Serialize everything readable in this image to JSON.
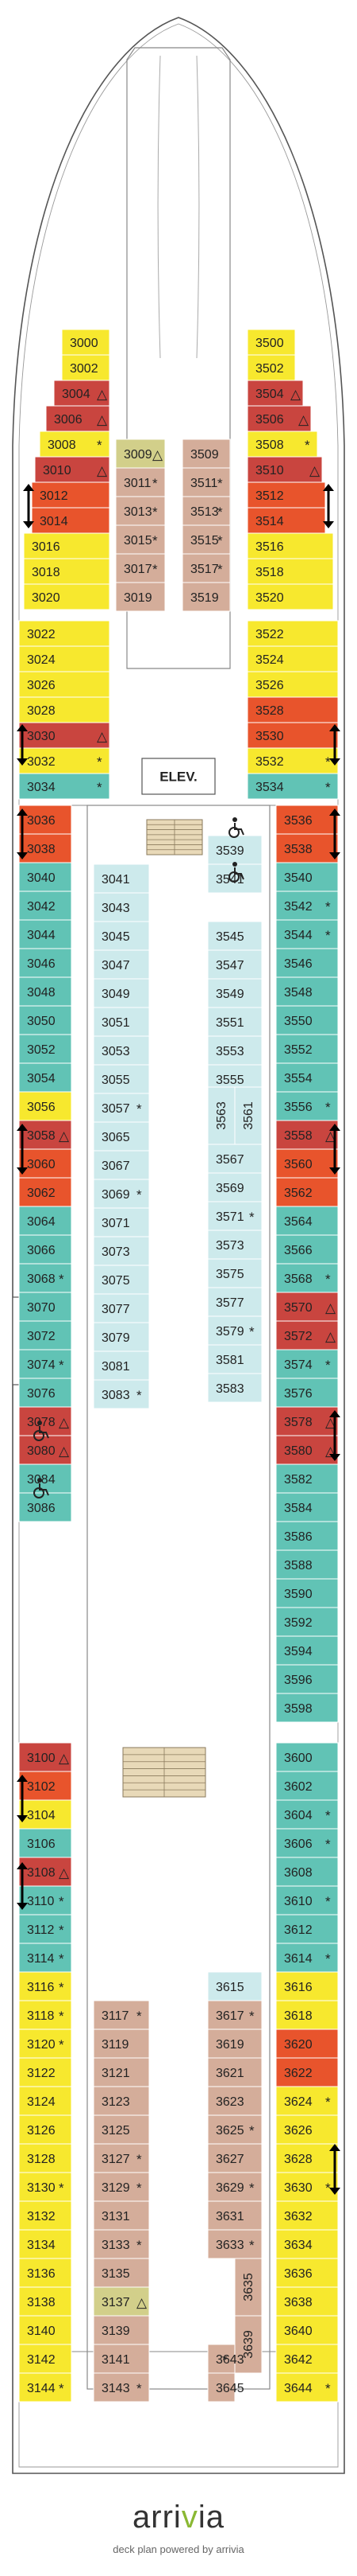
{
  "deck": {
    "elevator_label": "ELEV.",
    "colors": {
      "yellow": "#f7e82e",
      "red": "#e8542c",
      "crimson": "#c9453f",
      "teal": "#61c3b5",
      "lightblue": "#cdeaec",
      "tan": "#d4ad9a",
      "olive": "#d2cf8a"
    },
    "icons": {
      "accessible": "wheelchair-icon",
      "connecting": "double-arrow-icon",
      "triangle": "triangle-icon",
      "asterisk": "asterisk-icon"
    },
    "cabins": [
      {
        "n": "3000",
        "c": "yellow"
      },
      {
        "n": "3002",
        "c": "yellow"
      },
      {
        "n": "3004",
        "c": "crimson",
        "s": "△"
      },
      {
        "n": "3006",
        "c": "crimson",
        "s": "△"
      },
      {
        "n": "3008",
        "c": "yellow",
        "s": "*"
      },
      {
        "n": "3010",
        "c": "crimson",
        "s": "△"
      },
      {
        "n": "3012",
        "c": "red"
      },
      {
        "n": "3014",
        "c": "red"
      },
      {
        "n": "3016",
        "c": "yellow"
      },
      {
        "n": "3018",
        "c": "yellow"
      },
      {
        "n": "3020",
        "c": "yellow"
      },
      {
        "n": "3022",
        "c": "yellow"
      },
      {
        "n": "3024",
        "c": "yellow"
      },
      {
        "n": "3026",
        "c": "yellow"
      },
      {
        "n": "3028",
        "c": "yellow"
      },
      {
        "n": "3030",
        "c": "crimson",
        "s": "△"
      },
      {
        "n": "3032",
        "c": "yellow",
        "s": "*"
      },
      {
        "n": "3034",
        "c": "teal",
        "s": "*"
      },
      {
        "n": "3500",
        "c": "yellow"
      },
      {
        "n": "3502",
        "c": "yellow"
      },
      {
        "n": "3504",
        "c": "crimson",
        "s": "△"
      },
      {
        "n": "3506",
        "c": "crimson",
        "s": "△"
      },
      {
        "n": "3508",
        "c": "yellow",
        "s": "*"
      },
      {
        "n": "3510",
        "c": "crimson",
        "s": "△"
      },
      {
        "n": "3512",
        "c": "red"
      },
      {
        "n": "3514",
        "c": "red"
      },
      {
        "n": "3516",
        "c": "yellow"
      },
      {
        "n": "3518",
        "c": "yellow"
      },
      {
        "n": "3520",
        "c": "yellow"
      },
      {
        "n": "3522",
        "c": "yellow"
      },
      {
        "n": "3524",
        "c": "yellow"
      },
      {
        "n": "3526",
        "c": "yellow"
      },
      {
        "n": "3528",
        "c": "red"
      },
      {
        "n": "3530",
        "c": "red"
      },
      {
        "n": "3532",
        "c": "yellow",
        "s": "*"
      },
      {
        "n": "3534",
        "c": "teal",
        "s": "*"
      },
      {
        "n": "3009",
        "c": "olive",
        "s": "△"
      },
      {
        "n": "3011",
        "c": "tan",
        "s": "*"
      },
      {
        "n": "3013",
        "c": "tan",
        "s": "*"
      },
      {
        "n": "3015",
        "c": "tan",
        "s": "*"
      },
      {
        "n": "3017",
        "c": "tan",
        "s": "*"
      },
      {
        "n": "3019",
        "c": "tan"
      },
      {
        "n": "3509",
        "c": "tan"
      },
      {
        "n": "3511",
        "c": "tan",
        "s": "*"
      },
      {
        "n": "3513",
        "c": "tan",
        "s": "*"
      },
      {
        "n": "3515",
        "c": "tan",
        "s": "*"
      },
      {
        "n": "3517",
        "c": "tan",
        "s": "*"
      },
      {
        "n": "3519",
        "c": "tan"
      },
      {
        "n": "3036",
        "c": "red"
      },
      {
        "n": "3038",
        "c": "red"
      },
      {
        "n": "3040",
        "c": "teal"
      },
      {
        "n": "3042",
        "c": "teal"
      },
      {
        "n": "3044",
        "c": "teal"
      },
      {
        "n": "3046",
        "c": "teal"
      },
      {
        "n": "3048",
        "c": "teal"
      },
      {
        "n": "3050",
        "c": "teal"
      },
      {
        "n": "3052",
        "c": "teal"
      },
      {
        "n": "3054",
        "c": "teal"
      },
      {
        "n": "3056",
        "c": "yellow"
      },
      {
        "n": "3058",
        "c": "crimson",
        "s": "△"
      },
      {
        "n": "3060",
        "c": "red"
      },
      {
        "n": "3062",
        "c": "red"
      },
      {
        "n": "3064",
        "c": "teal"
      },
      {
        "n": "3066",
        "c": "teal"
      },
      {
        "n": "3068",
        "c": "teal",
        "s": "*"
      },
      {
        "n": "3070",
        "c": "teal"
      },
      {
        "n": "3072",
        "c": "teal"
      },
      {
        "n": "3074",
        "c": "teal",
        "s": "*"
      },
      {
        "n": "3076",
        "c": "teal"
      },
      {
        "n": "3078",
        "c": "crimson",
        "s": "△"
      },
      {
        "n": "3080",
        "c": "crimson",
        "s": "△"
      },
      {
        "n": "3084",
        "c": "teal"
      },
      {
        "n": "3086",
        "c": "teal"
      },
      {
        "n": "3041",
        "c": "lightblue"
      },
      {
        "n": "3043",
        "c": "lightblue"
      },
      {
        "n": "3045",
        "c": "lightblue"
      },
      {
        "n": "3047",
        "c": "lightblue"
      },
      {
        "n": "3049",
        "c": "lightblue"
      },
      {
        "n": "3051",
        "c": "lightblue"
      },
      {
        "n": "3053",
        "c": "lightblue"
      },
      {
        "n": "3055",
        "c": "lightblue"
      },
      {
        "n": "3057",
        "c": "lightblue",
        "s": "*"
      },
      {
        "n": "3065",
        "c": "lightblue"
      },
      {
        "n": "3067",
        "c": "lightblue"
      },
      {
        "n": "3069",
        "c": "lightblue",
        "s": "*"
      },
      {
        "n": "3071",
        "c": "lightblue"
      },
      {
        "n": "3073",
        "c": "lightblue"
      },
      {
        "n": "3075",
        "c": "lightblue"
      },
      {
        "n": "3077",
        "c": "lightblue"
      },
      {
        "n": "3079",
        "c": "lightblue"
      },
      {
        "n": "3081",
        "c": "lightblue"
      },
      {
        "n": "3083",
        "c": "lightblue",
        "s": "*"
      },
      {
        "n": "3539",
        "c": "lightblue"
      },
      {
        "n": "3541",
        "c": "lightblue"
      },
      {
        "n": "3545",
        "c": "lightblue"
      },
      {
        "n": "3547",
        "c": "lightblue"
      },
      {
        "n": "3549",
        "c": "lightblue"
      },
      {
        "n": "3551",
        "c": "lightblue"
      },
      {
        "n": "3553",
        "c": "lightblue"
      },
      {
        "n": "3555",
        "c": "lightblue"
      },
      {
        "n": "3557",
        "c": "lightblue",
        "s": "*"
      },
      {
        "n": "3563",
        "c": "lightblue"
      },
      {
        "n": "3561",
        "c": "lightblue"
      },
      {
        "n": "3567",
        "c": "lightblue"
      },
      {
        "n": "3569",
        "c": "lightblue"
      },
      {
        "n": "3571",
        "c": "lightblue",
        "s": "*"
      },
      {
        "n": "3573",
        "c": "lightblue"
      },
      {
        "n": "3575",
        "c": "lightblue"
      },
      {
        "n": "3577",
        "c": "lightblue"
      },
      {
        "n": "3579",
        "c": "lightblue",
        "s": "*"
      },
      {
        "n": "3581",
        "c": "lightblue"
      },
      {
        "n": "3583",
        "c": "lightblue"
      },
      {
        "n": "3536",
        "c": "red"
      },
      {
        "n": "3538",
        "c": "red"
      },
      {
        "n": "3540",
        "c": "teal"
      },
      {
        "n": "3542",
        "c": "teal",
        "s": "*"
      },
      {
        "n": "3544",
        "c": "teal",
        "s": "*"
      },
      {
        "n": "3546",
        "c": "teal"
      },
      {
        "n": "3548",
        "c": "teal"
      },
      {
        "n": "3550",
        "c": "teal"
      },
      {
        "n": "3552",
        "c": "teal"
      },
      {
        "n": "3554",
        "c": "teal"
      },
      {
        "n": "3556",
        "c": "teal",
        "s": "*"
      },
      {
        "n": "3558",
        "c": "crimson",
        "s": "△"
      },
      {
        "n": "3560",
        "c": "red"
      },
      {
        "n": "3562",
        "c": "red"
      },
      {
        "n": "3564",
        "c": "teal"
      },
      {
        "n": "3566",
        "c": "teal"
      },
      {
        "n": "3568",
        "c": "teal",
        "s": "*"
      },
      {
        "n": "3570",
        "c": "crimson",
        "s": "△"
      },
      {
        "n": "3572",
        "c": "crimson",
        "s": "△"
      },
      {
        "n": "3574",
        "c": "teal",
        "s": "*"
      },
      {
        "n": "3576",
        "c": "teal"
      },
      {
        "n": "3578",
        "c": "crimson",
        "s": "△"
      },
      {
        "n": "3580",
        "c": "crimson",
        "s": "△"
      },
      {
        "n": "3582",
        "c": "teal"
      },
      {
        "n": "3584",
        "c": "teal"
      },
      {
        "n": "3586",
        "c": "teal"
      },
      {
        "n": "3588",
        "c": "teal"
      },
      {
        "n": "3590",
        "c": "teal"
      },
      {
        "n": "3592",
        "c": "teal"
      },
      {
        "n": "3594",
        "c": "teal"
      },
      {
        "n": "3596",
        "c": "teal"
      },
      {
        "n": "3598",
        "c": "teal"
      },
      {
        "n": "3100",
        "c": "crimson",
        "s": "△"
      },
      {
        "n": "3102",
        "c": "red"
      },
      {
        "n": "3104",
        "c": "yellow"
      },
      {
        "n": "3106",
        "c": "teal"
      },
      {
        "n": "3108",
        "c": "crimson",
        "s": "△"
      },
      {
        "n": "3110",
        "c": "teal",
        "s": "*"
      },
      {
        "n": "3112",
        "c": "teal",
        "s": "*"
      },
      {
        "n": "3114",
        "c": "teal",
        "s": "*"
      },
      {
        "n": "3116",
        "c": "yellow",
        "s": "*"
      },
      {
        "n": "3118",
        "c": "yellow",
        "s": "*"
      },
      {
        "n": "3120",
        "c": "yellow",
        "s": "*"
      },
      {
        "n": "3122",
        "c": "yellow"
      },
      {
        "n": "3124",
        "c": "yellow"
      },
      {
        "n": "3126",
        "c": "yellow"
      },
      {
        "n": "3128",
        "c": "yellow"
      },
      {
        "n": "3130",
        "c": "yellow",
        "s": "*"
      },
      {
        "n": "3132",
        "c": "yellow"
      },
      {
        "n": "3134",
        "c": "yellow"
      },
      {
        "n": "3136",
        "c": "yellow"
      },
      {
        "n": "3138",
        "c": "yellow"
      },
      {
        "n": "3140",
        "c": "yellow"
      },
      {
        "n": "3142",
        "c": "yellow"
      },
      {
        "n": "3144",
        "c": "yellow",
        "s": "*"
      },
      {
        "n": "3117",
        "c": "tan",
        "s": "*"
      },
      {
        "n": "3119",
        "c": "tan"
      },
      {
        "n": "3121",
        "c": "tan"
      },
      {
        "n": "3123",
        "c": "tan"
      },
      {
        "n": "3125",
        "c": "tan"
      },
      {
        "n": "3127",
        "c": "tan",
        "s": "*"
      },
      {
        "n": "3129",
        "c": "tan",
        "s": "*"
      },
      {
        "n": "3131",
        "c": "tan"
      },
      {
        "n": "3133",
        "c": "tan",
        "s": "*"
      },
      {
        "n": "3135",
        "c": "tan"
      },
      {
        "n": "3137",
        "c": "olive",
        "s": "△"
      },
      {
        "n": "3139",
        "c": "tan"
      },
      {
        "n": "3141",
        "c": "tan"
      },
      {
        "n": "3143",
        "c": "tan",
        "s": "*"
      },
      {
        "n": "3615",
        "c": "lightblue"
      },
      {
        "n": "3617",
        "c": "tan",
        "s": "*"
      },
      {
        "n": "3619",
        "c": "tan"
      },
      {
        "n": "3621",
        "c": "tan"
      },
      {
        "n": "3623",
        "c": "tan"
      },
      {
        "n": "3625",
        "c": "tan",
        "s": "*"
      },
      {
        "n": "3627",
        "c": "tan"
      },
      {
        "n": "3629",
        "c": "tan",
        "s": "*"
      },
      {
        "n": "3631",
        "c": "tan"
      },
      {
        "n": "3633",
        "c": "tan",
        "s": "*"
      },
      {
        "n": "3635",
        "c": "tan"
      },
      {
        "n": "3639",
        "c": "tan"
      },
      {
        "n": "3643",
        "c": "tan",
        "s": "*"
      },
      {
        "n": "3645",
        "c": "tan"
      },
      {
        "n": "3600",
        "c": "teal"
      },
      {
        "n": "3602",
        "c": "teal"
      },
      {
        "n": "3604",
        "c": "teal",
        "s": "*"
      },
      {
        "n": "3606",
        "c": "teal",
        "s": "*"
      },
      {
        "n": "3608",
        "c": "teal"
      },
      {
        "n": "3610",
        "c": "teal",
        "s": "*"
      },
      {
        "n": "3612",
        "c": "teal"
      },
      {
        "n": "3614",
        "c": "teal",
        "s": "*"
      },
      {
        "n": "3616",
        "c": "yellow"
      },
      {
        "n": "3618",
        "c": "yellow"
      },
      {
        "n": "3620",
        "c": "red"
      },
      {
        "n": "3622",
        "c": "red"
      },
      {
        "n": "3624",
        "c": "yellow",
        "s": "*"
      },
      {
        "n": "3626",
        "c": "yellow"
      },
      {
        "n": "3628",
        "c": "yellow"
      },
      {
        "n": "3630",
        "c": "yellow",
        "s": "*"
      },
      {
        "n": "3632",
        "c": "yellow"
      },
      {
        "n": "3634",
        "c": "yellow"
      },
      {
        "n": "3636",
        "c": "yellow"
      },
      {
        "n": "3638",
        "c": "yellow"
      },
      {
        "n": "3640",
        "c": "yellow"
      },
      {
        "n": "3642",
        "c": "yellow"
      },
      {
        "n": "3644",
        "c": "yellow",
        "s": "*"
      }
    ]
  },
  "footer": {
    "brand_a": "arri",
    "brand_v": "v",
    "brand_b": "ia",
    "powered_by": "deck plan powered by arrivia"
  }
}
